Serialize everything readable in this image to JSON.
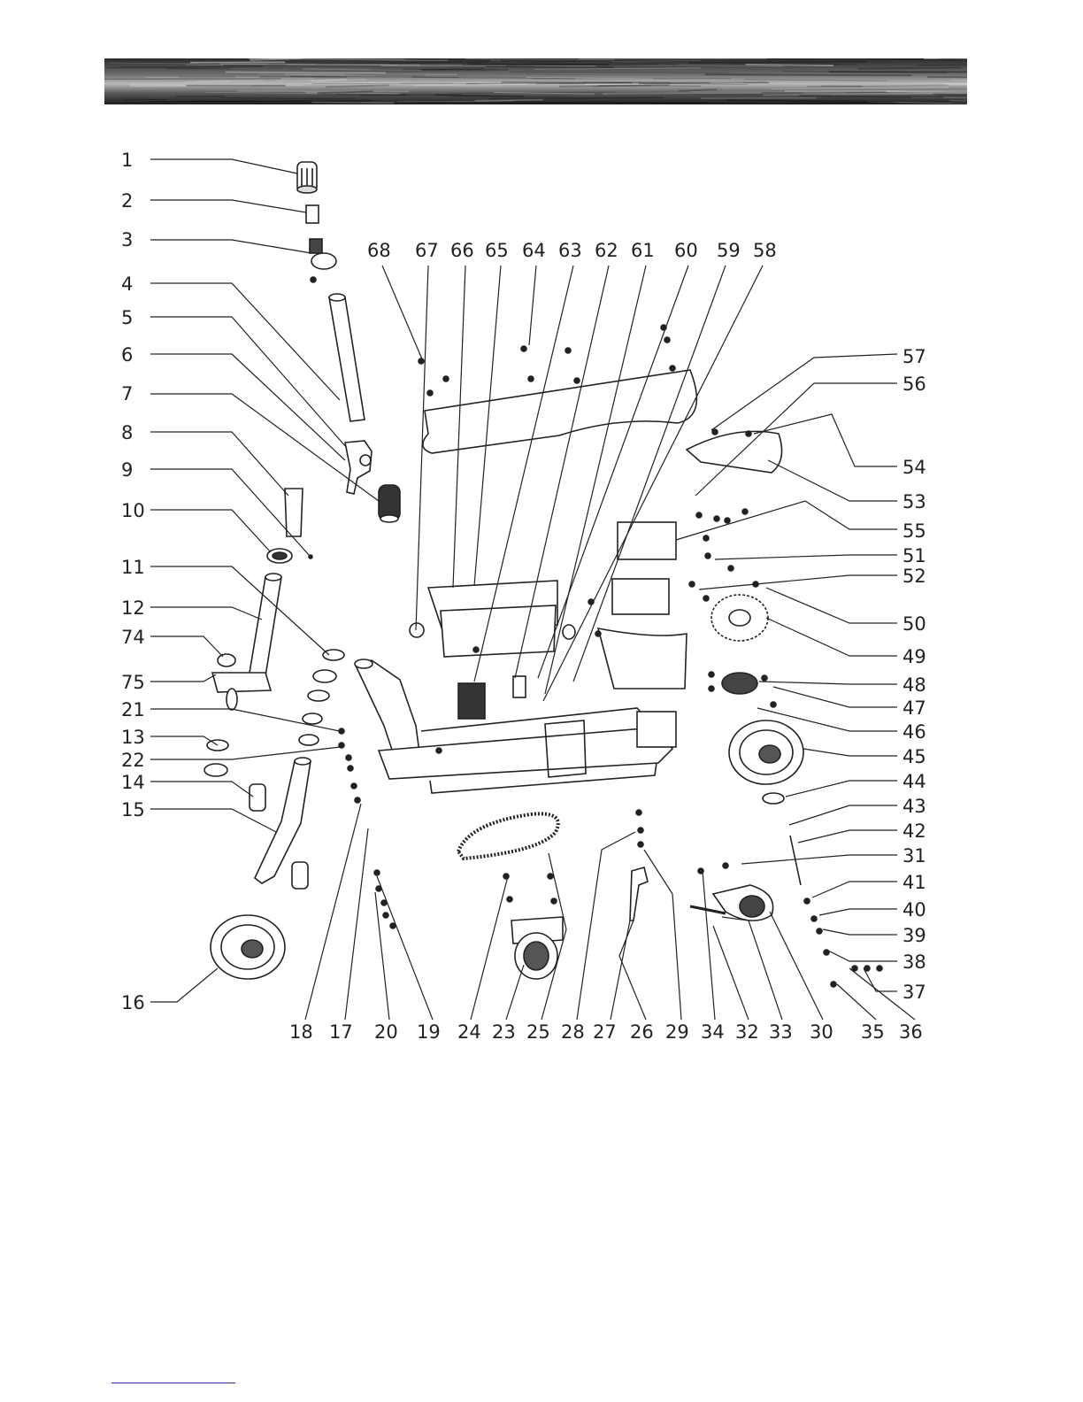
{
  "diagram": {
    "part_numbers_left": [
      "1",
      "2",
      "3",
      "4",
      "5",
      "6",
      "7",
      "8",
      "9",
      "10",
      "11",
      "12",
      "74",
      "75",
      "21",
      "13",
      "22",
      "14",
      "15",
      "16"
    ],
    "part_numbers_top": [
      "68",
      "67",
      "66",
      "65",
      "64",
      "63",
      "62",
      "61",
      "60",
      "59",
      "58"
    ],
    "part_numbers_right": [
      "57",
      "56",
      "54",
      "53",
      "55",
      "51",
      "52",
      "50",
      "49",
      "48",
      "47",
      "46",
      "45",
      "44",
      "43",
      "42",
      "31",
      "41",
      "40",
      "39",
      "38",
      "37"
    ],
    "part_numbers_bottom": [
      "18",
      "17",
      "20",
      "19",
      "24",
      "23",
      "25",
      "28",
      "27",
      "26",
      "29",
      "34",
      "32",
      "33",
      "30",
      "35",
      "36"
    ]
  },
  "colors": {
    "line": "#222222",
    "link_rule": "#2a2aa0",
    "banner_dark": "#1a1a1a",
    "banner_light": "#c8c8c8"
  }
}
